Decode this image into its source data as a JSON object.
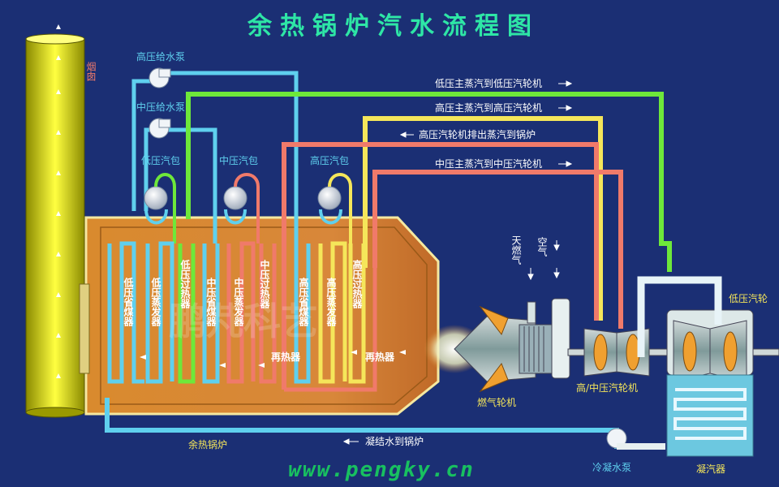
{
  "title": "余热锅炉汽水流程图",
  "website": "www.pengky.cn",
  "watermark": "鹏芃科艺",
  "chimney_label": "烟囱",
  "equipment": {
    "hp_feed_pump": "高压给水泵",
    "ip_feed_pump": "中压给水泵",
    "lp_drum": "低压汽包",
    "ip_drum": "中压汽包",
    "hp_drum": "高压汽包",
    "hrsg": "余热锅炉",
    "gas_turbine": "燃气轮机",
    "hp_ip_turbine": "高/中压汽轮机",
    "lp_turbine": "低压汽轮",
    "condenser": "凝汽器",
    "condensate_pump": "冷凝水泵"
  },
  "inputs": {
    "natural_gas": "天燃气",
    "air": "空气"
  },
  "coils": {
    "lp_economizer": "低压省煤器",
    "lp_evaporator": "低压蒸发器",
    "lp_superheater": "低压过热器",
    "ip_economizer": "中压省煤器",
    "ip_evaporator": "中压蒸发器",
    "ip_superheater": "中压过热器",
    "hp_economizer": "高压省煤器",
    "hp_evaporator": "高压蒸发器",
    "hp_superheater": "高压过热器",
    "reheater_1": "再热器",
    "reheater_2": "再热器"
  },
  "flows": {
    "lp_steam_to_lp_turbine": "低压主蒸汽到低压汽轮机",
    "hp_steam_to_hp_turbine": "高压主蒸汽到高压汽轮机",
    "hp_exhaust_to_boiler": "高压汽轮机排出蒸汽到锅炉",
    "ip_steam_to_ip_turbine": "中压主蒸汽到中压汽轮机",
    "condensate_to_boiler": "凝结水到锅炉"
  },
  "colors": {
    "background": "#1b2f74",
    "water_pipe": "#5fd0ee",
    "lp_pipe": "#6ee83a",
    "hp_pipe": "#f5e65a",
    "reheat_pipe": "#f07a6a",
    "boiler": "#d98a2e",
    "chimney": "#e6e600",
    "title": "#2ee6a6"
  }
}
